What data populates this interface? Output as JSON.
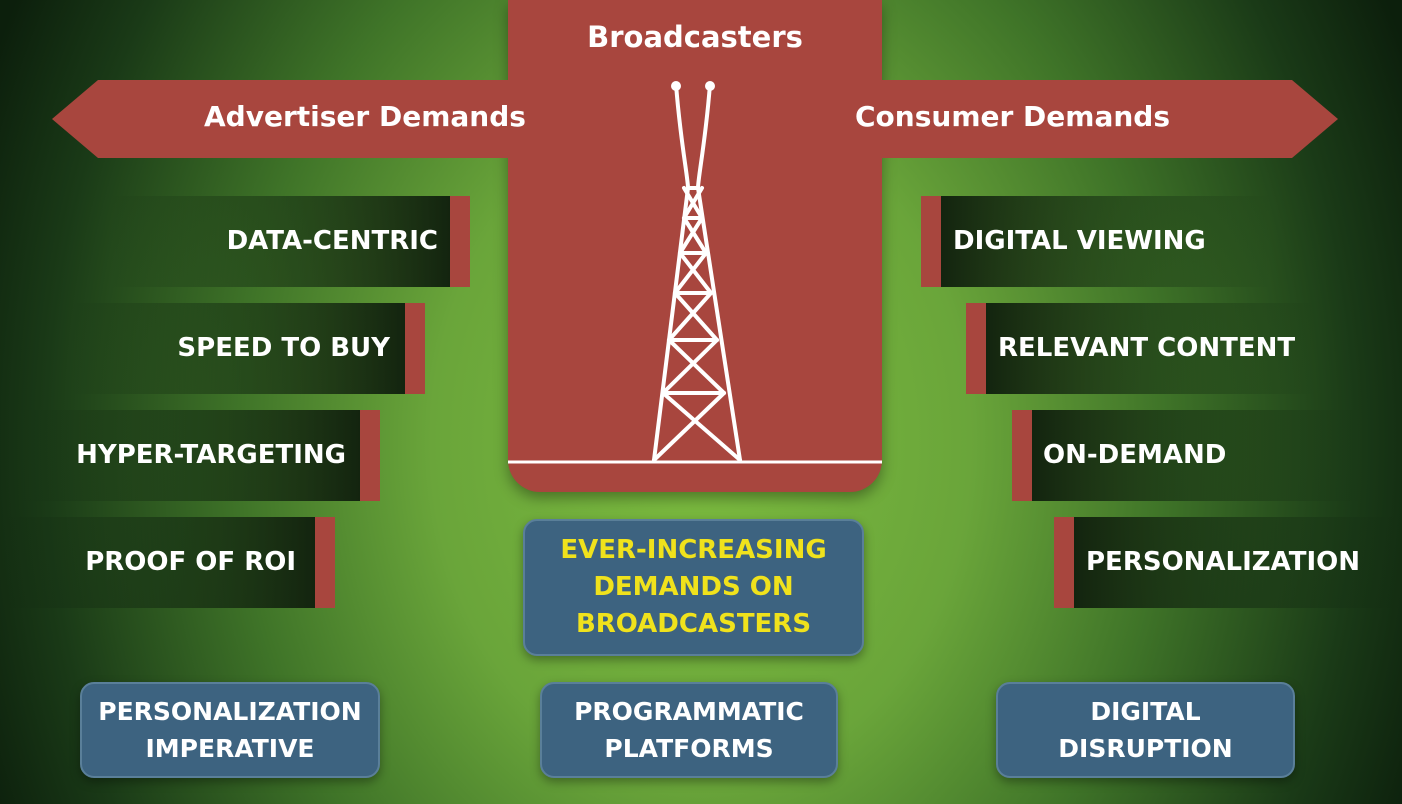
{
  "title": "Broadcasters",
  "banner": {
    "left": "Advertiser Demands",
    "right": "Consumer Demands"
  },
  "advertiser_demands": [
    "DATA-CENTRIC",
    "SPEED TO BUY",
    "HYPER-TARGETING",
    "PROOF OF ROI"
  ],
  "consumer_demands": [
    "DIGITAL VIEWING",
    "RELEVANT CONTENT",
    "ON-DEMAND",
    "PERSONALIZATION"
  ],
  "center_box": [
    "EVER-INCREASING",
    "DEMANDS ON",
    "BROADCASTERS"
  ],
  "bottom_boxes": [
    [
      "PERSONALIZATION",
      "IMPERATIVE"
    ],
    [
      "PROGRAMMATIC",
      "PLATFORMS"
    ],
    [
      "DIGITAL",
      "DISRUPTION"
    ]
  ],
  "colors": {
    "red": "#a8463e",
    "blue": "#3d6380",
    "yellow": "#f0e21c",
    "green": "#7cbc3f"
  }
}
